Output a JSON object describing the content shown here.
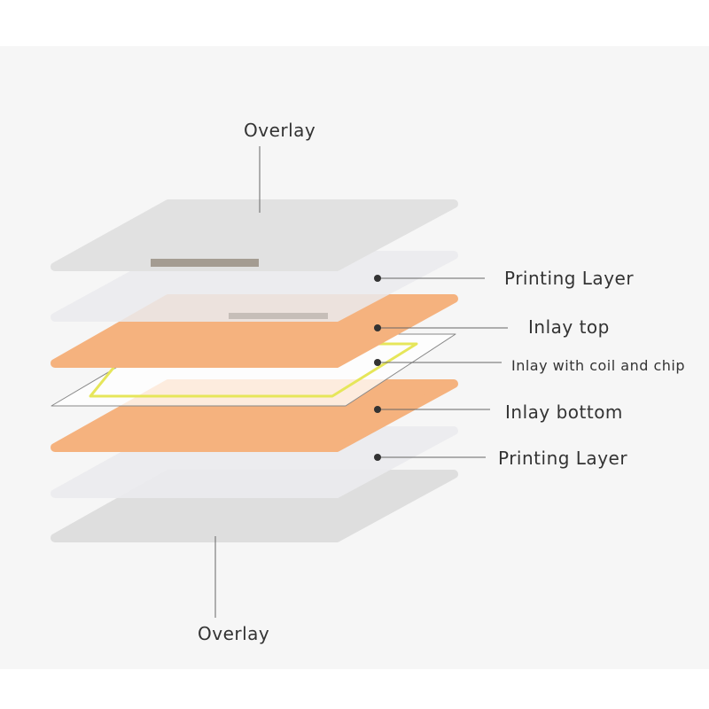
{
  "title_labels": {
    "overlay_top": "Overlay",
    "printing_top": "Printing Layer",
    "inlay_top": "Inlay top",
    "inlay_coil": "Inlay with coil and chip",
    "inlay_bottom": "Inlay bottom",
    "printing_bottom": "Printing Layer",
    "overlay_bottom": "Overlay"
  },
  "colors": {
    "overlay": "#e1e1e1",
    "printing": "#ebebee",
    "inlay": "#f5b27e",
    "coil": "#e6e65a",
    "leader": "#555555"
  }
}
